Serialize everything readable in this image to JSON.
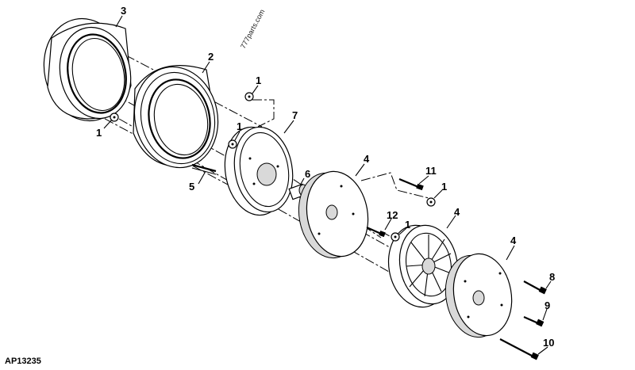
{
  "figure_code": "AP13235",
  "watermark": "777parts.com",
  "callouts": {
    "c3": "3",
    "c2": "2",
    "c1_top": "1",
    "c1_left": "1",
    "c1_mid": "1",
    "c7": "7",
    "c6": "6",
    "c5": "5",
    "c4_a": "4",
    "c11": "11",
    "c1_right": "1",
    "c12": "12",
    "c1_low": "1",
    "c4_b": "4",
    "c4_c": "4",
    "c8": "8",
    "c9": "9",
    "c10": "10"
  }
}
